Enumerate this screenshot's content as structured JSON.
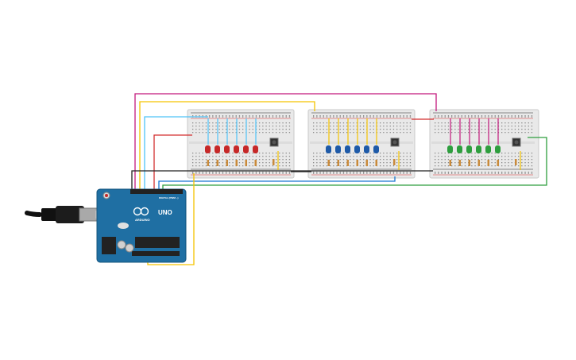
{
  "canvas": {
    "background": "#ffffff"
  },
  "arduino": {
    "logo_text": "UNO",
    "brand_text": "ARDUINO",
    "digital_label": "DIGITAL (PWM ~)",
    "board_color": "#1f6fa3",
    "usb_icon": "usb-plug-icon"
  },
  "breadboards": [
    {
      "name": "breadboard-1",
      "led_color": "#c62828",
      "wire_color": "#4fc3f7",
      "led_count": 6
    },
    {
      "name": "breadboard-2",
      "led_color": "#1e5aa8",
      "wire_color": "#f5c400",
      "led_count": 6
    },
    {
      "name": "breadboard-3",
      "led_color": "#2e9e3e",
      "wire_color": "#c2187c",
      "led_count": 6
    }
  ],
  "wire_colors": {
    "magenta": "#c2187c",
    "yellow": "#f5c400",
    "cyan": "#4fc3f7",
    "red": "#d32f2f",
    "black": "#222222",
    "blue": "#1976d2",
    "green": "#2e9e3e"
  }
}
